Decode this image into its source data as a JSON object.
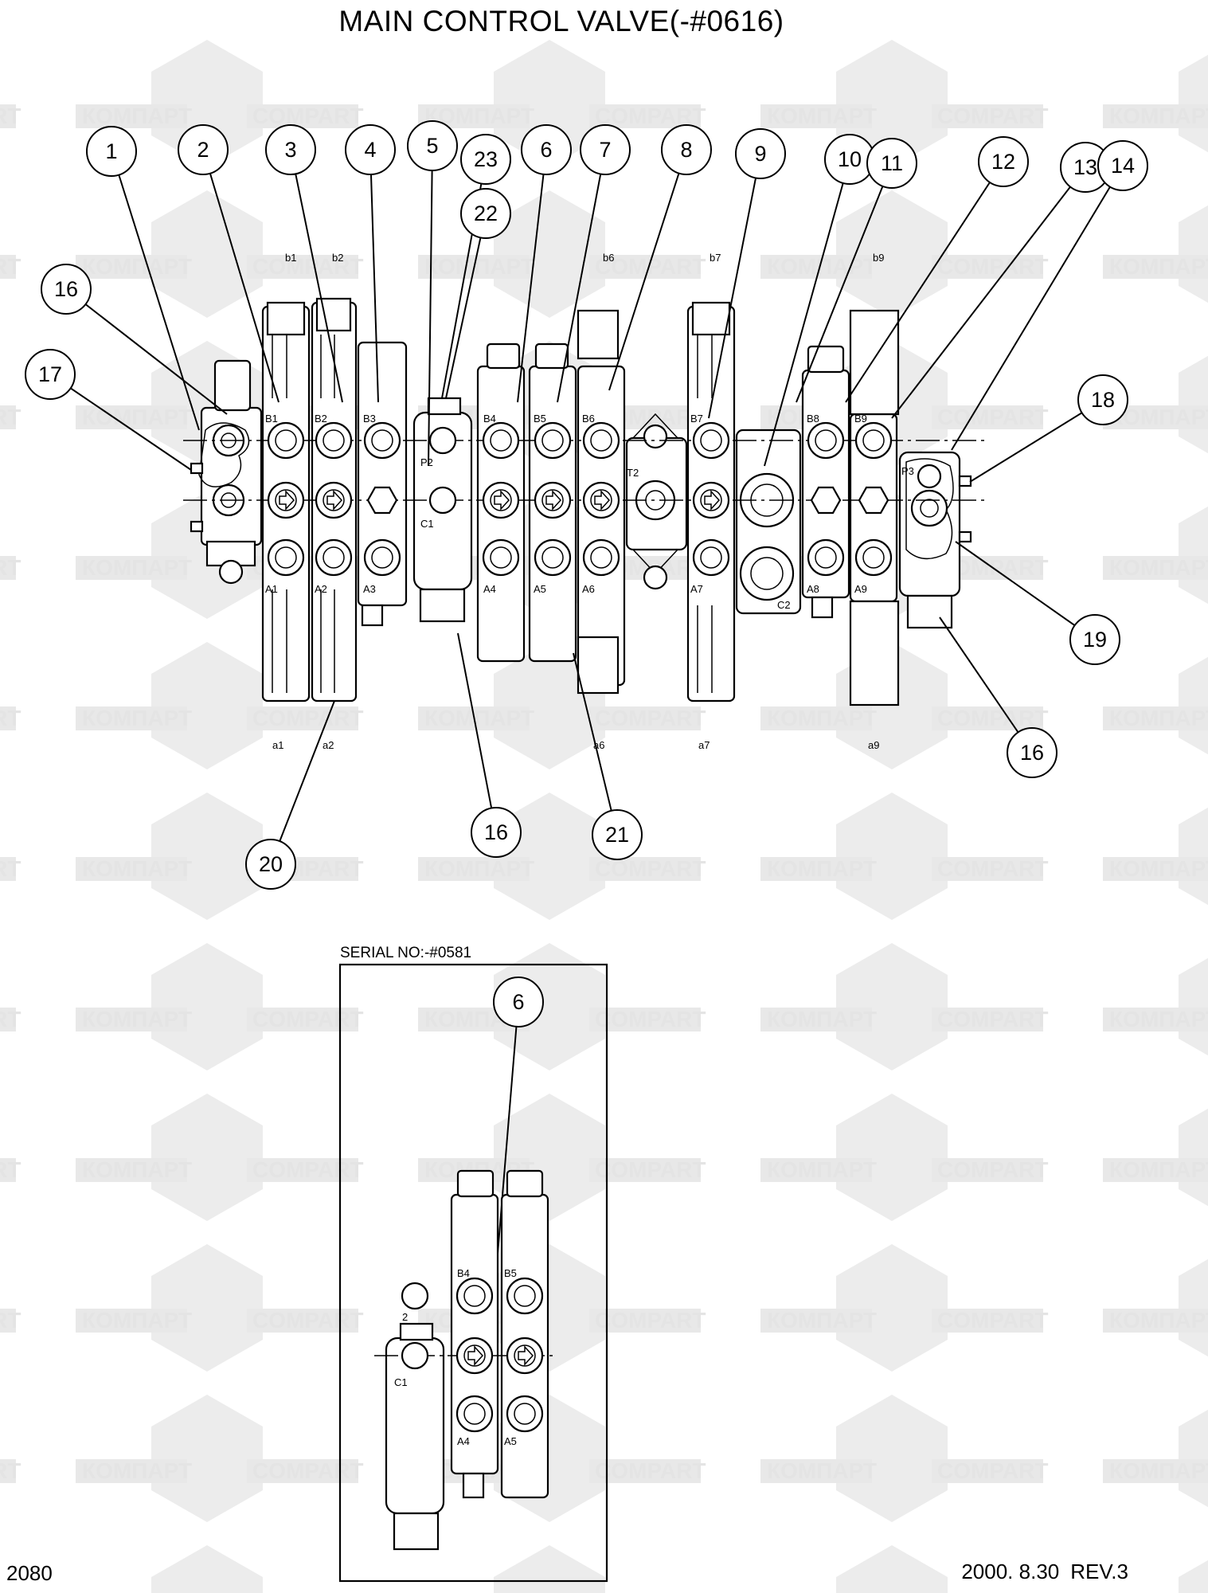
{
  "title": "MAIN CONTROL VALVE(-#0616)",
  "inset": {
    "serial": "SERIAL NO:-#0581"
  },
  "page_number": "2080",
  "revision": {
    "date": "2000. 8.30",
    "rev": "REV.3"
  },
  "watermark": {
    "words": [
      "КОМПАРТ",
      "COMPART"
    ]
  },
  "callouts": [
    "1",
    "2",
    "3",
    "4",
    "5",
    "23",
    "22",
    "6",
    "7",
    "8",
    "9",
    "10",
    "11",
    "12",
    "13",
    "14",
    "16",
    "17",
    "18",
    "19",
    "16",
    "16",
    "21",
    "20"
  ],
  "inset_callouts": [
    "6"
  ],
  "port_labels": {
    "top": [
      "b1",
      "b2",
      "b6",
      "b7",
      "b9"
    ],
    "bottom": [
      "a1",
      "a2",
      "a6",
      "a7",
      "a9"
    ],
    "B": [
      "B1",
      "B2",
      "B3",
      "B4",
      "B5",
      "B6",
      "B7",
      "B8",
      "B9"
    ],
    "A": [
      "A1",
      "A2",
      "A3",
      "A4",
      "A5",
      "A6",
      "A7",
      "A8",
      "A9"
    ],
    "other": [
      "P2",
      "C1",
      "T2",
      "C2",
      "P3"
    ]
  },
  "inset_port_labels": [
    "B4",
    "B5",
    "2",
    "C1",
    "A4",
    "A5"
  ]
}
